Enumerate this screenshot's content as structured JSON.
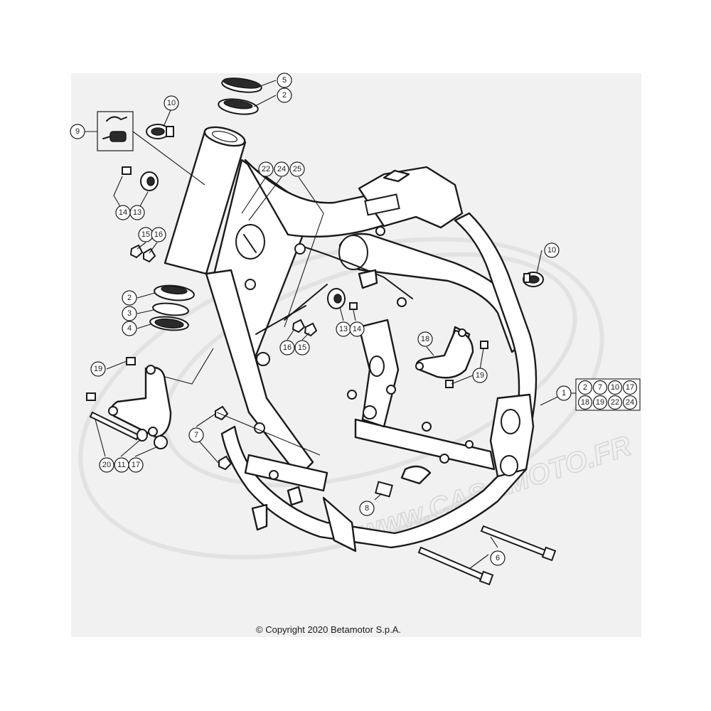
{
  "callouts": [
    {
      "label": "5"
    },
    {
      "label": "2"
    },
    {
      "label": "10"
    },
    {
      "label": "9"
    },
    {
      "label": "22"
    },
    {
      "label": "24"
    },
    {
      "label": "25"
    },
    {
      "label": "14"
    },
    {
      "label": "13"
    },
    {
      "label": "15"
    },
    {
      "label": "16"
    },
    {
      "label": "10"
    },
    {
      "label": "2"
    },
    {
      "label": "3"
    },
    {
      "label": "4"
    },
    {
      "label": "13"
    },
    {
      "label": "14"
    },
    {
      "label": "16"
    },
    {
      "label": "15"
    },
    {
      "label": "18"
    },
    {
      "label": "19"
    },
    {
      "label": "19"
    },
    {
      "label": "1"
    },
    {
      "label": "7"
    },
    {
      "label": "20"
    },
    {
      "label": "11"
    },
    {
      "label": "17"
    },
    {
      "label": "8"
    },
    {
      "label": "6"
    }
  ],
  "kit": {
    "row1": [
      "2",
      "7",
      "10",
      "17"
    ],
    "row2": [
      "18",
      "19",
      "22",
      "24"
    ]
  },
  "watermark_text": "www.CASAMOTO.FR",
  "copyright": "© Copyright 2020 Betamotor S.p.A."
}
